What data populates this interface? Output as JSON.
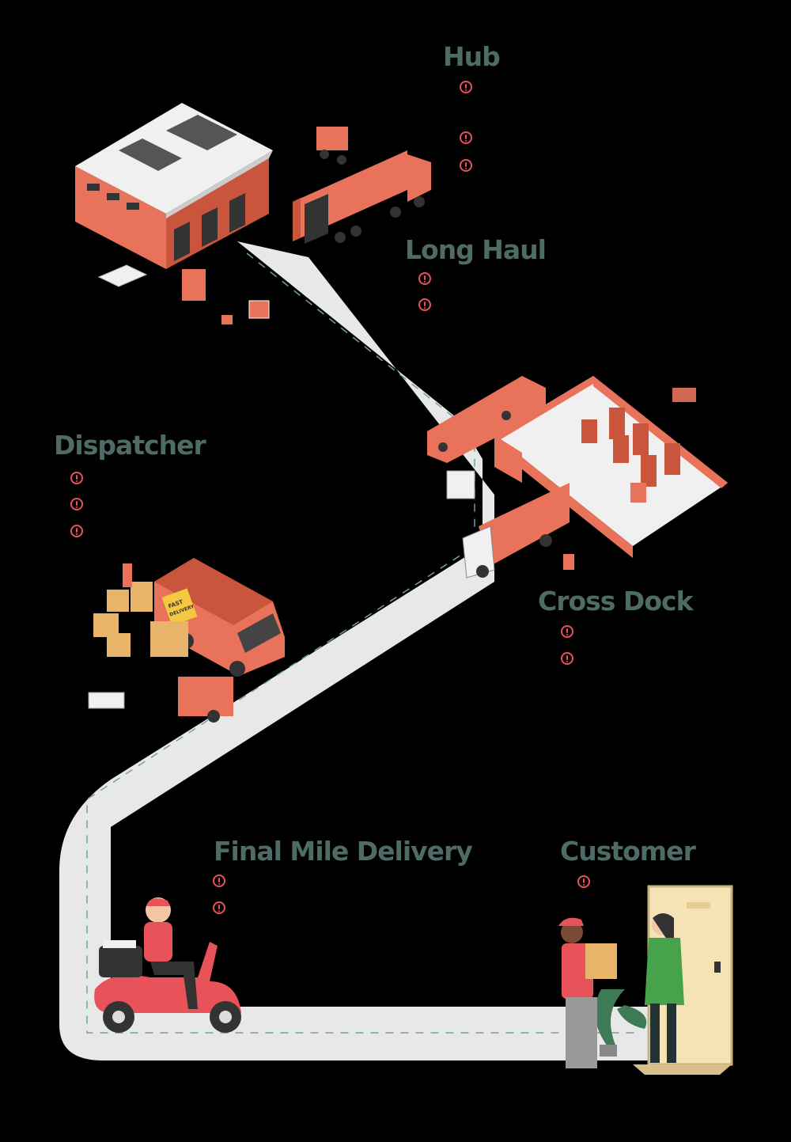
{
  "stages": {
    "hub": {
      "label": "Hub"
    },
    "long_haul": {
      "label": "Long Haul"
    },
    "dispatcher": {
      "label": "Dispatcher"
    },
    "cross_dock": {
      "label": "Cross Dock"
    },
    "final_mile": {
      "label": "Final Mile Delivery"
    },
    "customer": {
      "label": "Customer"
    }
  },
  "truck_signage": {
    "line1": "FAST",
    "line2": "DELIVERY"
  },
  "colors": {
    "background": "#000000",
    "road": "#e8e8e8",
    "road_dash": "#6fa39b",
    "label_text": "#4f6b66",
    "accent": "#e8735a",
    "alert_icon": "#e8535a",
    "door": "#f5e3b5"
  },
  "icons": [
    "warehouse-icon",
    "truck-icon",
    "forklift-icon",
    "van-icon",
    "scooter-icon",
    "door-icon",
    "alert-icon"
  ]
}
